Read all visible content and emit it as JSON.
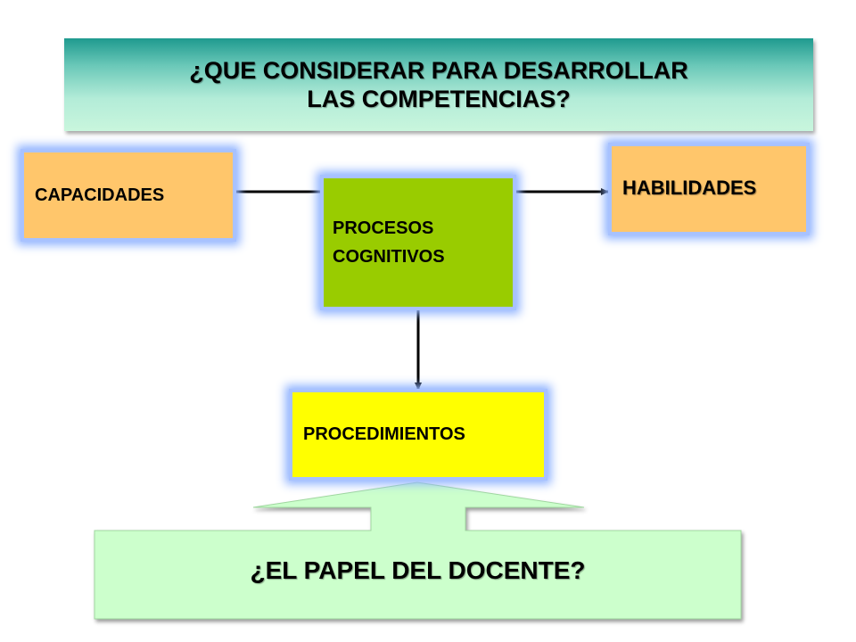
{
  "title": {
    "line1": "¿QUE CONSIDERAR PARA DESARROLLAR",
    "line2": "LAS COMPETENCIAS?"
  },
  "nodes": {
    "capacidades": "CAPACIDADES",
    "habilidades": "HABILIDADES",
    "procesos_line1": "PROCESOS",
    "procesos_line2": "COGNITIVOS",
    "procedimientos": "PROCEDIMIENTOS"
  },
  "bottom": {
    "label": "¿EL PAPEL DEL DOCENTE?"
  },
  "colors": {
    "title_gradient_top": "#1f9a8f",
    "title_gradient_bottom": "#c9f6dd",
    "orange_box": "#ffc66b",
    "green_box": "#99cc00",
    "yellow_box": "#ffff00",
    "callout_fill": "#ccffcc",
    "glow": "#8fb3ff"
  }
}
